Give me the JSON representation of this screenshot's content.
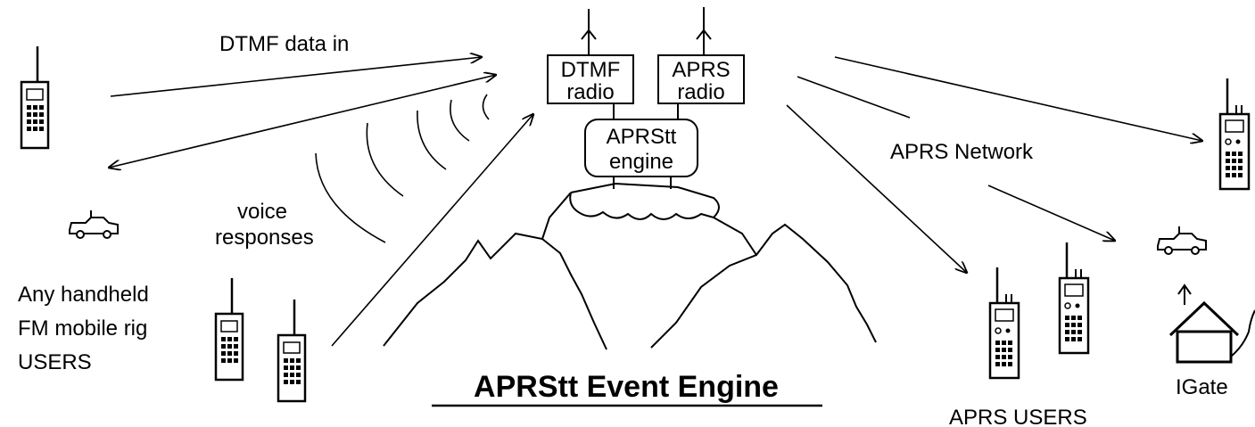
{
  "title": "APRStt Event Engine",
  "labels": {
    "dtmf_in": "DTMF data in",
    "voice_line1": "voice",
    "voice_line2": "responses",
    "users_line1": "Any handheld",
    "users_line2": "FM mobile rig",
    "users_line3": "USERS",
    "aprs_network": "APRS Network",
    "aprs_users": "APRS USERS",
    "igate": "IGate"
  },
  "boxes": {
    "dtmf_radio": [
      "DTMF",
      "radio"
    ],
    "aprs_radio": [
      "APRS",
      "radio"
    ],
    "engine": [
      "APRStt",
      "engine"
    ]
  }
}
